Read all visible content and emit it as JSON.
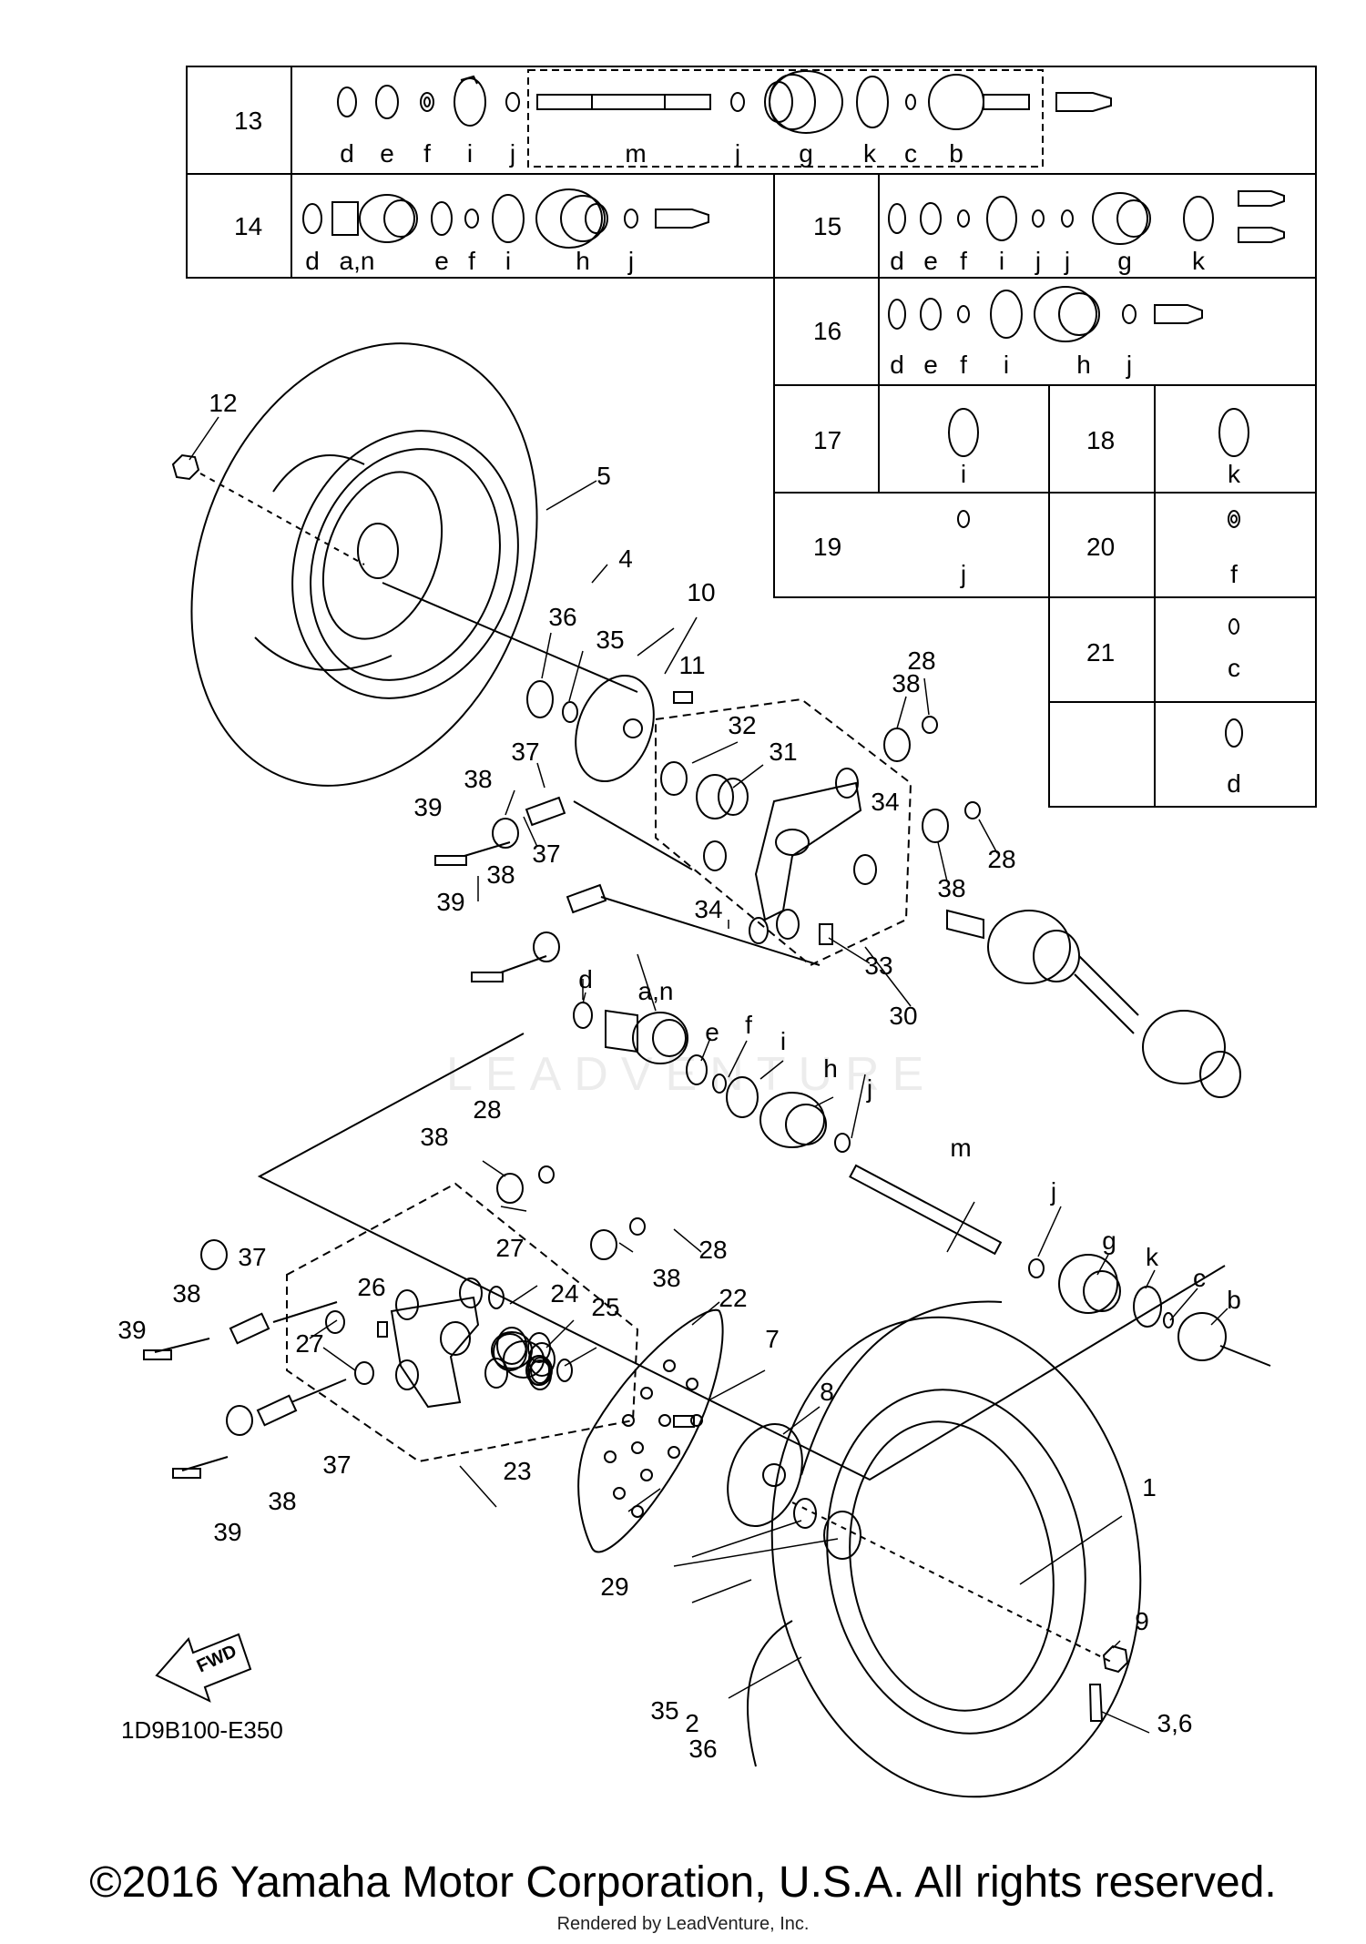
{
  "diagram": {
    "table_rows": [
      {
        "ref": "13",
        "letters": [
          "d",
          "e",
          "f",
          "i",
          "j",
          "m",
          "j",
          "g",
          "k",
          "c",
          "b"
        ]
      },
      {
        "ref": "14",
        "letters": [
          "d",
          "a,n",
          "e",
          "f",
          "i",
          "h",
          "j"
        ]
      },
      {
        "ref": "15",
        "letters": [
          "d",
          "e",
          "f",
          "i",
          "j",
          "j",
          "g",
          "k"
        ]
      },
      {
        "ref": "16",
        "letters": [
          "d",
          "e",
          "f",
          "i",
          "h",
          "j"
        ]
      },
      {
        "ref": "17",
        "letters": [
          "i"
        ]
      },
      {
        "ref": "18",
        "letters": [
          "k"
        ]
      },
      {
        "ref": "19",
        "letters": [
          "j"
        ]
      },
      {
        "ref": "20",
        "letters": [
          "f"
        ]
      },
      {
        "ref": "21",
        "letters": [
          "c"
        ]
      },
      {
        "ref": "",
        "letters": [
          "d"
        ]
      }
    ],
    "callouts": [
      "1",
      "2",
      "3,6",
      "4",
      "5",
      "7",
      "8",
      "9",
      "10",
      "11",
      "12",
      "22",
      "23",
      "24",
      "25",
      "26",
      "27",
      "28",
      "29",
      "30",
      "31",
      "32",
      "33",
      "34",
      "35",
      "36",
      "37",
      "38",
      "39",
      "a,n",
      "b",
      "c",
      "d",
      "e",
      "f",
      "g",
      "h",
      "i",
      "j",
      "k",
      "m"
    ],
    "drawing_code": "1D9B100-E350",
    "fwd_label": "FWD",
    "watermark": "LEADVENTURE",
    "copyright": "©2016 Yamaha Motor Corporation, U.S.A. All rights reserved.",
    "rendered_by": "Rendered by LeadVenture, Inc."
  }
}
